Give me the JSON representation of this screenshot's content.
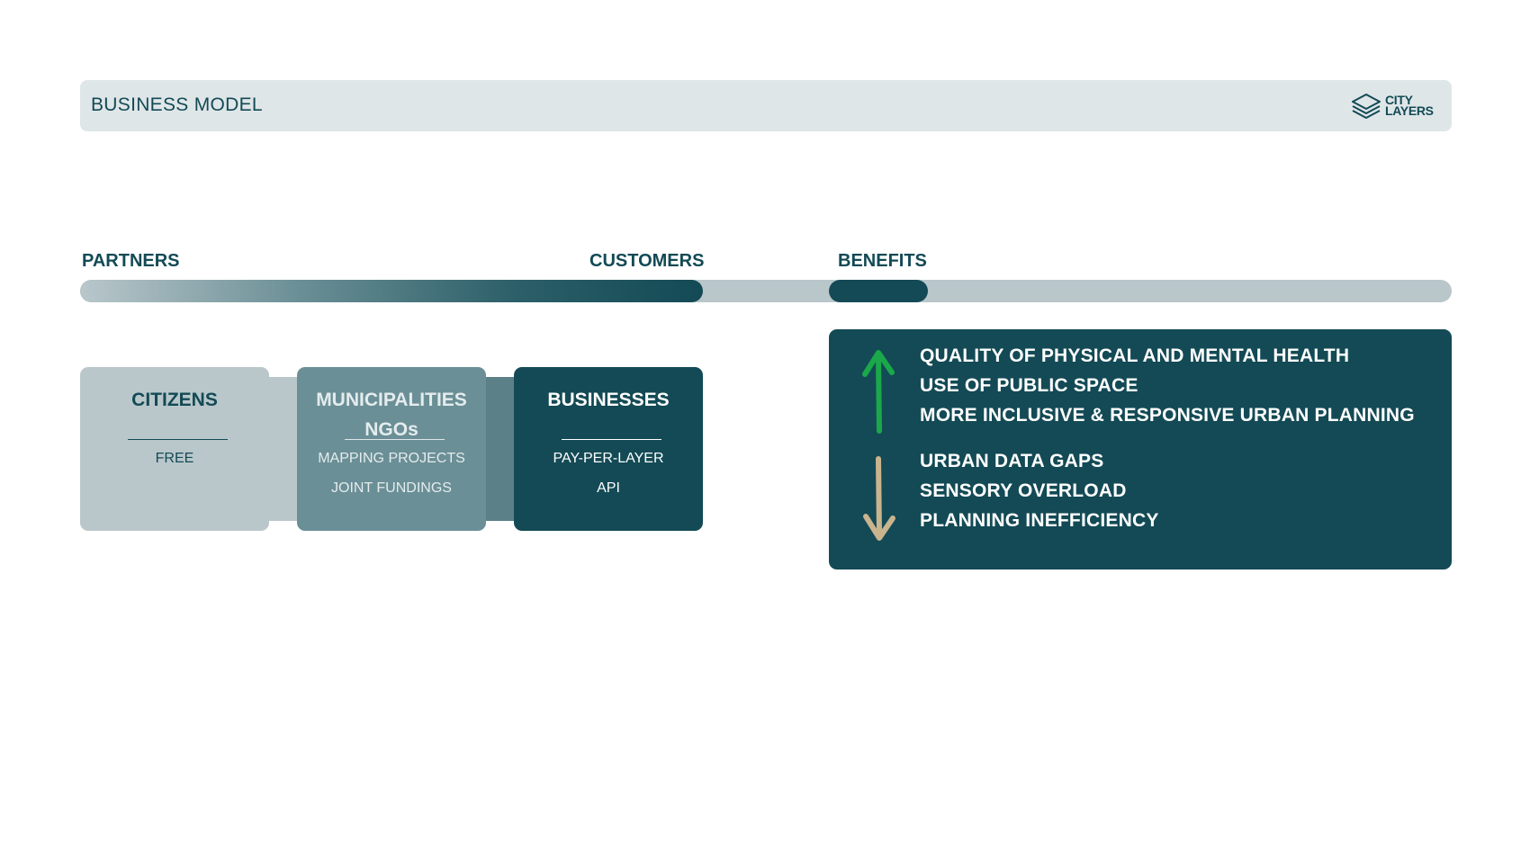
{
  "header": {
    "title": "BUSINESS MODEL",
    "logo_line1": "CITY",
    "logo_line2": "LAYERS",
    "logo_icon": "stacked-layers-icon"
  },
  "sections": {
    "partners": "PARTNERS",
    "customers": "CUSTOMERS",
    "benefits": "BENEFITS"
  },
  "cards": {
    "citizens": {
      "title": "CITIZENS",
      "items": [
        "FREE"
      ]
    },
    "municipalities": {
      "title_line1": "MUNICIPALITIES",
      "title_line2": "NGOs",
      "items": [
        "MAPPING PROJECTS",
        "JOINT FUNDINGS"
      ]
    },
    "businesses": {
      "title": "BUSINESSES",
      "items": [
        "PAY-PER-LAYER",
        "API"
      ]
    }
  },
  "benefits": {
    "increase_icon": "up-arrow-icon",
    "decrease_icon": "down-arrow-icon",
    "increase": [
      "QUALITY OF PHYSICAL AND MENTAL HEALTH",
      "USE OF PUBLIC SPACE",
      "MORE INCLUSIVE & RESPONSIVE URBAN PLANNING"
    ],
    "decrease": [
      "URBAN DATA GAPS",
      "SENSORY OVERLOAD",
      "PLANNING INEFFICIENCY"
    ]
  },
  "colors": {
    "dark_teal": "#134a55",
    "mid_teal": "#6b8f96",
    "light_gray": "#b9c7cb",
    "header_bg": "#dfe6e8",
    "up_arrow": "#1aa84a",
    "down_arrow": "#c9b48e"
  }
}
